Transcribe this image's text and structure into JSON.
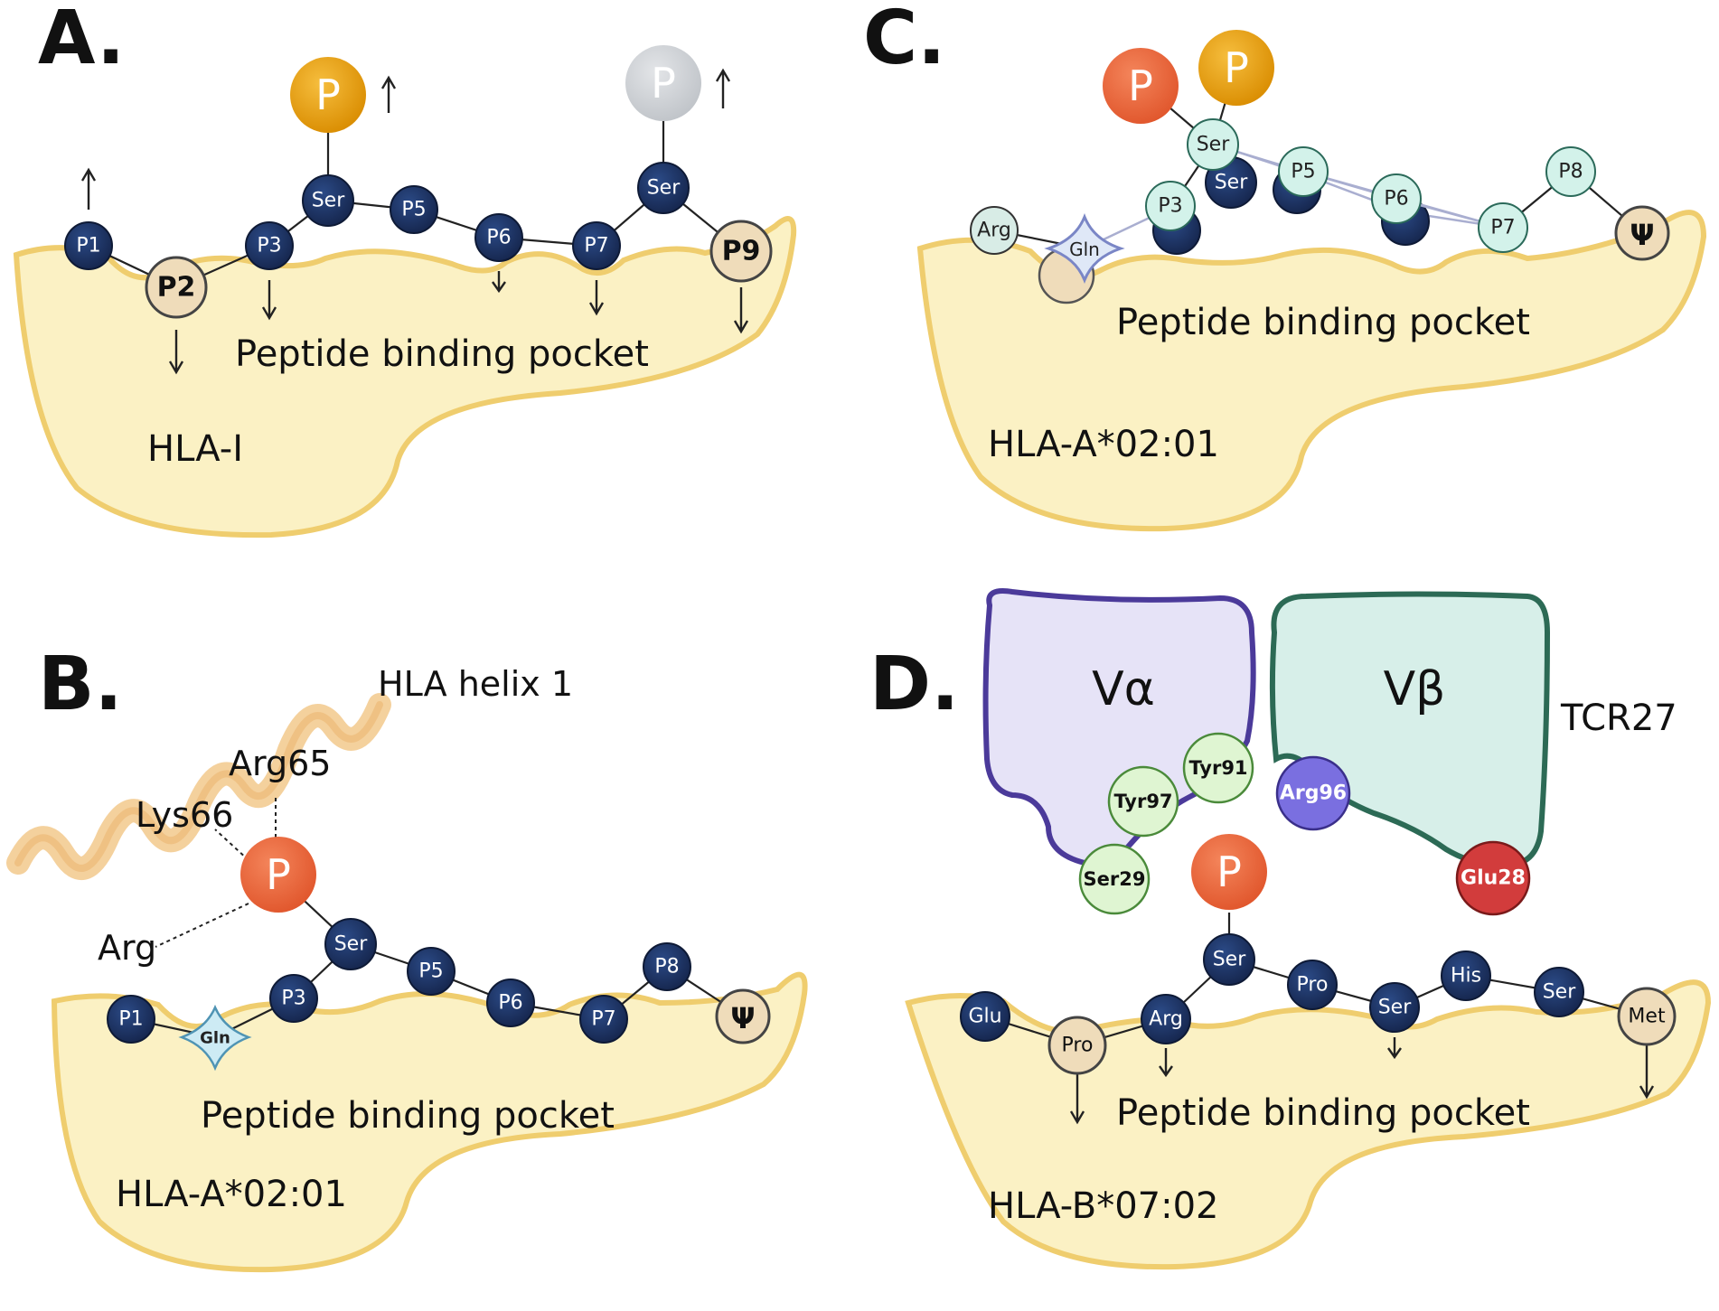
{
  "panels": {
    "A": {
      "letter": "A.",
      "pocket_label": "Peptide binding pocket",
      "hla_label": "HLA-I"
    },
    "B": {
      "letter": "B.",
      "pocket_label": "Peptide binding pocket",
      "hla_label": "HLA-A*02:01",
      "helix_label": "HLA helix 1"
    },
    "C": {
      "letter": "C.",
      "pocket_label": "Peptide binding pocket",
      "hla_label": "HLA-A*02:01"
    },
    "D": {
      "letter": "D.",
      "pocket_label": "Peptide binding pocket",
      "hla_label": "HLA-B*07:02",
      "tcr_label": "TCR27",
      "valpha_label": "Vα",
      "vbeta_label": "Vβ"
    }
  },
  "residues": {
    "A": {
      "p1": "P1",
      "p2": "P2",
      "p3": "P3",
      "ser1": "Ser",
      "p5": "P5",
      "p6": "P6",
      "p7": "P7",
      "ser2": "Ser",
      "p9": "P9",
      "phos1": "P",
      "phos2": "P"
    },
    "B": {
      "phos": "P",
      "arg65": "Arg65",
      "lys66": "Lys66",
      "arg": "Arg",
      "p1": "P1",
      "gln": "Gln",
      "p3": "P3",
      "ser": "Ser",
      "p5": "P5",
      "p6": "P6",
      "p7": "P7",
      "p8": "P8",
      "psi": "Ψ"
    },
    "C": {
      "phos1": "P",
      "phos2": "P",
      "ser": "Ser",
      "ser_dark": "Ser",
      "arg": "Arg",
      "gln": "Gln",
      "p3": "P3",
      "p5": "P5",
      "p6": "P6",
      "p7": "P7",
      "p8": "P8",
      "psi": "Ψ"
    },
    "D": {
      "tyr91": "Tyr91",
      "tyr97": "Tyr97",
      "ser29": "Ser29",
      "arg96": "Arg96",
      "glu28": "Glu28",
      "phos": "P",
      "ser": "Ser",
      "glu": "Glu",
      "pro1": "Pro",
      "arg": "Arg",
      "pro2": "Pro",
      "ser2": "Ser",
      "his": "His",
      "ser3": "Ser",
      "met": "Met"
    }
  },
  "colors": {
    "pocket_fill": "#fbf1c4",
    "pocket_stroke": "#efcd6e",
    "navy_residue": "#1e3466",
    "anchor_residue": "#efdcba",
    "phospho_orange": "#e9a00d",
    "phospho_grey": "#cfd2d6",
    "phospho_red": "#ec6a3a",
    "light_cyan_residue": "#d3f2ea",
    "light_green_residue": "#dff5d2",
    "arg96_purple": "#7a6fe0",
    "glu28_red": "#d23c3c",
    "valpha_fill": "#e6e3f7",
    "valpha_stroke": "#4b3a9a",
    "vbeta_fill": "#d7efe9",
    "vbeta_stroke": "#2c6a55",
    "helix": "#f3c98d"
  }
}
